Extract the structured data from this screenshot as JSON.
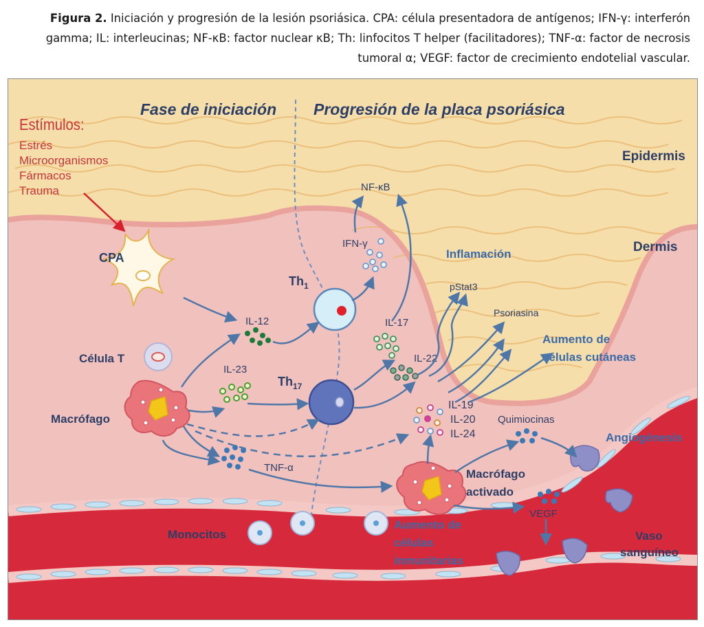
{
  "caption": {
    "label": "Figura 2.",
    "text": " Iniciación y progresión de la lesión psoriásica. CPA: célula presentadora de antígenos; IFN-γ: interferón gamma; IL: interleucinas; NF-κB: factor nuclear κB; Th: linfocitos T helper (facilitadores); TNF-α: factor de necrosis tumoral α; VEGF: factor de crecimiento endotelial vascular."
  },
  "figure": {
    "phase_initiation": "Fase de iniciación",
    "phase_progression": "Progresión de la placa psoriásica",
    "stimuli_title": "Estímulos:",
    "stimuli": [
      "Estrés",
      "Microorganismos",
      "Fármacos",
      "Trauma"
    ],
    "layers": {
      "epidermis": "Epidermis",
      "dermis": "Dermis"
    },
    "cells": {
      "cpa": "CPA",
      "t_cell": "Célula T",
      "macrophage": "Macrófago",
      "th1": "Th",
      "th1_sub": "1",
      "th17": "Th",
      "th17_sub": "17",
      "activated_macrophage": [
        "Macrófago",
        "activado"
      ],
      "monocytes": "Monocitos"
    },
    "mediators": {
      "il12": "IL-12",
      "il23": "IL-23",
      "tnf": "TNF-α",
      "ifn": "IFN-γ",
      "nfkb": "NF-κB",
      "il17": "IL-17",
      "il22": "IL-22",
      "il19": "IL-19",
      "il20": "IL-20",
      "il24": "IL-24",
      "quimiocinas": "Quimiocinas",
      "vegf": "VEGF",
      "pstat3": "pStat3",
      "psoriasina": "Psoriasina"
    },
    "effects": {
      "inflamacion": "Inflamación",
      "aumento_cutaneas": [
        "Aumento de",
        "células cutáneas"
      ],
      "angiogenesis": "Angiogénesis",
      "aumento_inmunitarias": [
        "Aumento de",
        "células",
        "inmunitarias"
      ],
      "vaso": [
        "Vaso",
        "sanguíneo"
      ]
    },
    "colors": {
      "epidermis": "#f6deaa",
      "dermis": "#f1c1bd",
      "vessel": "#d62a3c",
      "arrow": "#4e77a8",
      "label_blue": "#3a6aa8",
      "stimuli_red": "#c9343a",
      "title_text": "#2c3e66"
    }
  }
}
